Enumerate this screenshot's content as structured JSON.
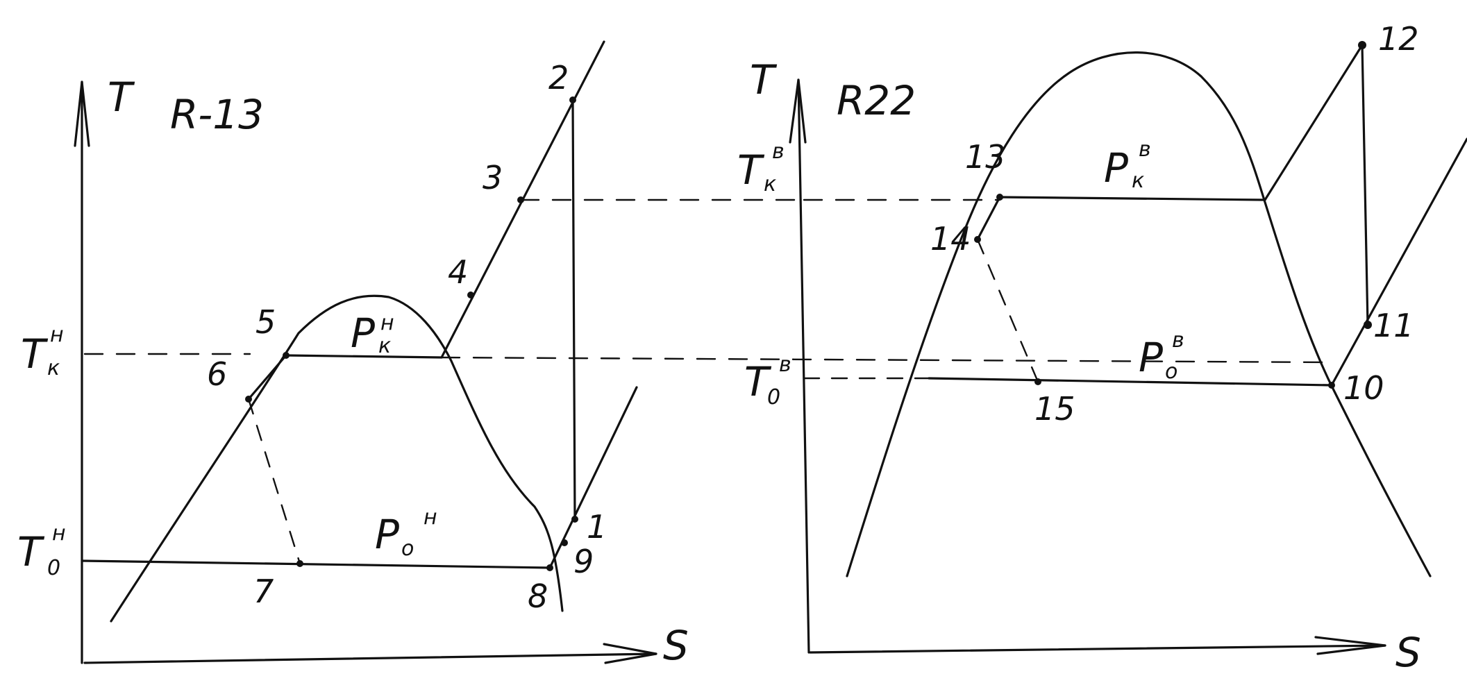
{
  "left": {
    "title": "R-13",
    "t_axis": "T",
    "s_axis": "S",
    "tk": {
      "main": "T",
      "sup": "н",
      "sub": "к"
    },
    "t0": {
      "main": "T",
      "sup": "н",
      "sub": "0"
    },
    "pk": {
      "main": "P",
      "sup": "н",
      "sub": "к"
    },
    "p0": {
      "main": "P",
      "sup": "н",
      "sub": "о"
    },
    "points": [
      "1",
      "2",
      "3",
      "4",
      "5",
      "6",
      "7",
      "8",
      "9"
    ]
  },
  "right": {
    "title": "R22",
    "t_axis": "T",
    "s_axis": "S",
    "tk": {
      "main": "T",
      "sup": "в",
      "sub": "к"
    },
    "t0": {
      "main": "T",
      "sup": "в",
      "sub": "0"
    },
    "pk": {
      "main": "P",
      "sup": "в",
      "sub": "к"
    },
    "p0": {
      "main": "P",
      "sup": "в",
      "sub": "о"
    },
    "points": [
      "10",
      "11",
      "12",
      "13",
      "14",
      "15"
    ]
  }
}
